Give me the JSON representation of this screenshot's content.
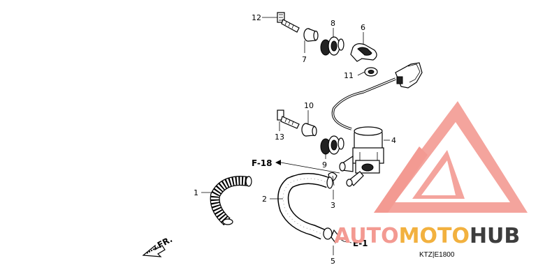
{
  "callouts": {
    "p1": "1",
    "p2": "2",
    "p3": "3",
    "p4": "4",
    "p5": "5",
    "p6": "6",
    "p7": "7",
    "p8": "8",
    "p9": "9",
    "p10": "10",
    "p11": "11",
    "p12": "12",
    "p13": "13"
  },
  "references": {
    "f18": "F-18",
    "e1": "E-1",
    "front": "FR."
  },
  "diagram_code": "KTZ|E1800",
  "watermark": {
    "part1": "AUTO",
    "part2": "MOTO",
    "part3": "HUB",
    "color_main": "#f39a92",
    "color_accent": "#f2b13f",
    "color_dark": "#3d3d3d"
  }
}
